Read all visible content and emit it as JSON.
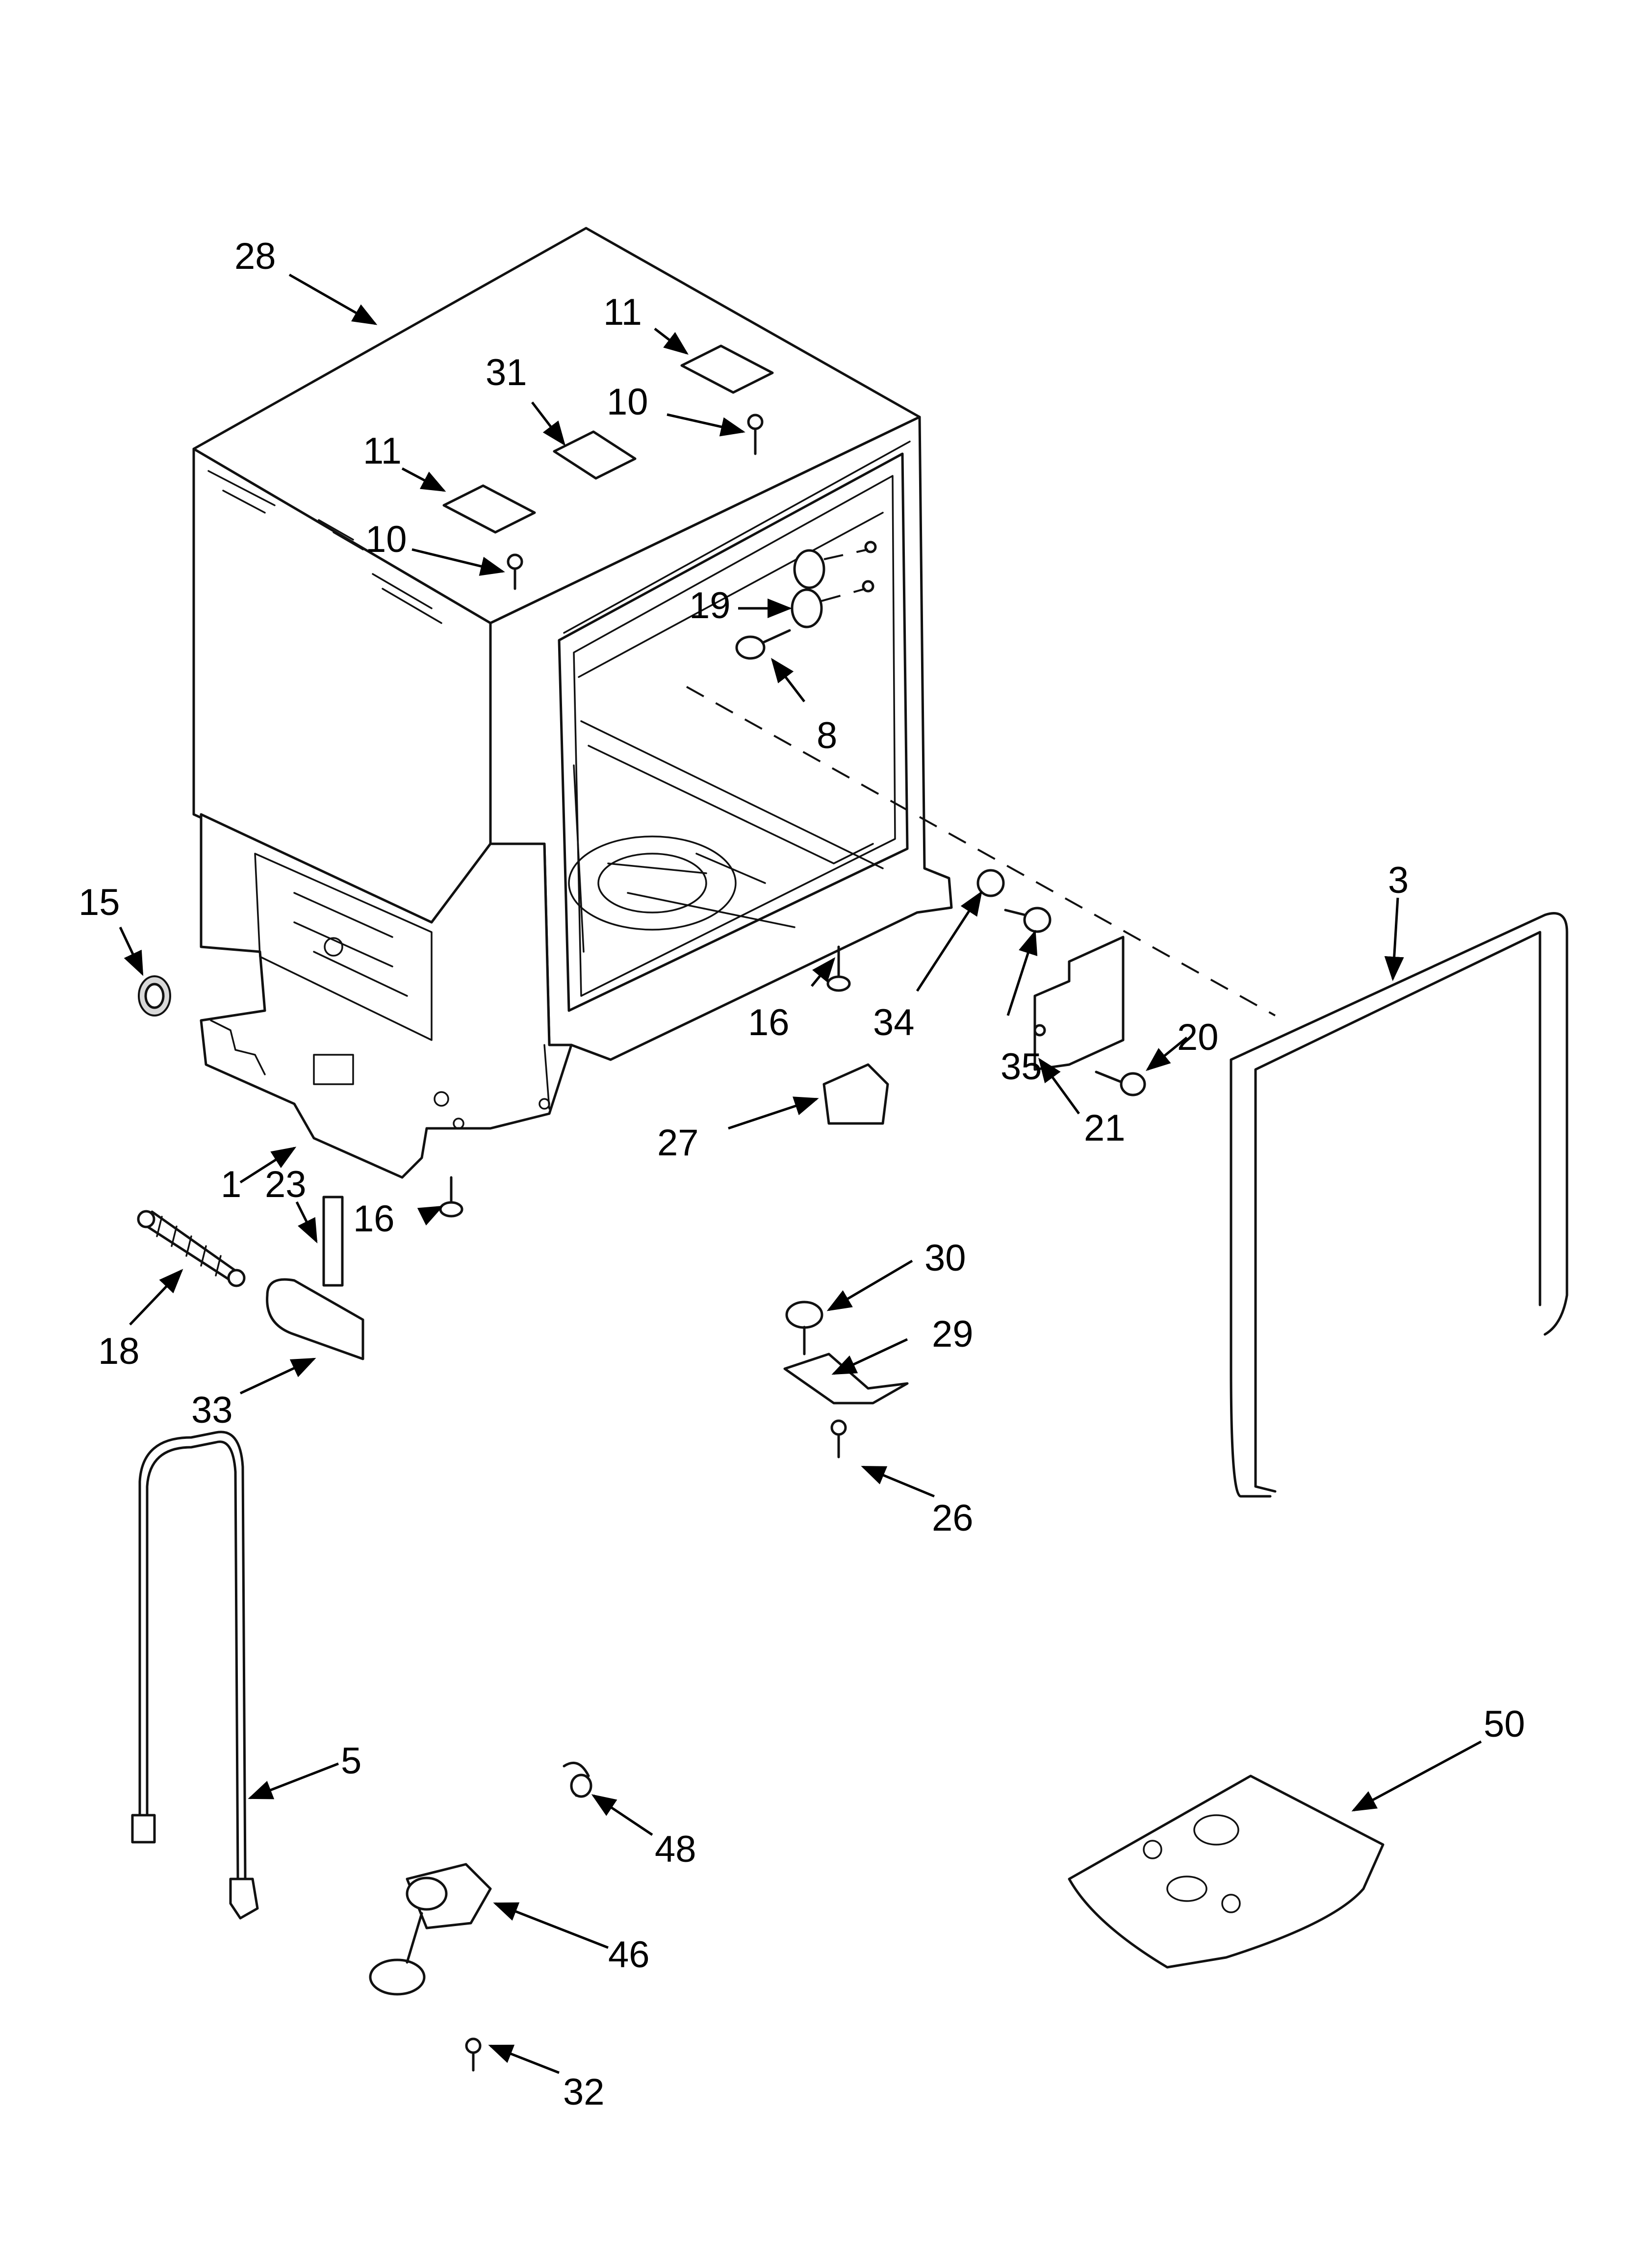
{
  "callouts": [
    {
      "id": "28",
      "text": "28"
    },
    {
      "id": "11a",
      "text": "11"
    },
    {
      "id": "31",
      "text": "31"
    },
    {
      "id": "10a",
      "text": "10"
    },
    {
      "id": "11b",
      "text": "11"
    },
    {
      "id": "10b",
      "text": "10"
    },
    {
      "id": "19",
      "text": "19"
    },
    {
      "id": "8",
      "text": "8"
    },
    {
      "id": "15",
      "text": "15"
    },
    {
      "id": "3",
      "text": "3"
    },
    {
      "id": "16a",
      "text": "16"
    },
    {
      "id": "34",
      "text": "34"
    },
    {
      "id": "20",
      "text": "20"
    },
    {
      "id": "35",
      "text": "35"
    },
    {
      "id": "21",
      "text": "21"
    },
    {
      "id": "27",
      "text": "27"
    },
    {
      "id": "1",
      "text": "1"
    },
    {
      "id": "23",
      "text": "23"
    },
    {
      "id": "16b",
      "text": "16"
    },
    {
      "id": "18",
      "text": "18"
    },
    {
      "id": "33",
      "text": "33"
    },
    {
      "id": "30",
      "text": "30"
    },
    {
      "id": "29",
      "text": "29"
    },
    {
      "id": "26",
      "text": "26"
    },
    {
      "id": "50",
      "text": "50"
    },
    {
      "id": "5",
      "text": "5"
    },
    {
      "id": "48",
      "text": "48"
    },
    {
      "id": "46",
      "text": "46"
    },
    {
      "id": "32",
      "text": "32"
    }
  ]
}
